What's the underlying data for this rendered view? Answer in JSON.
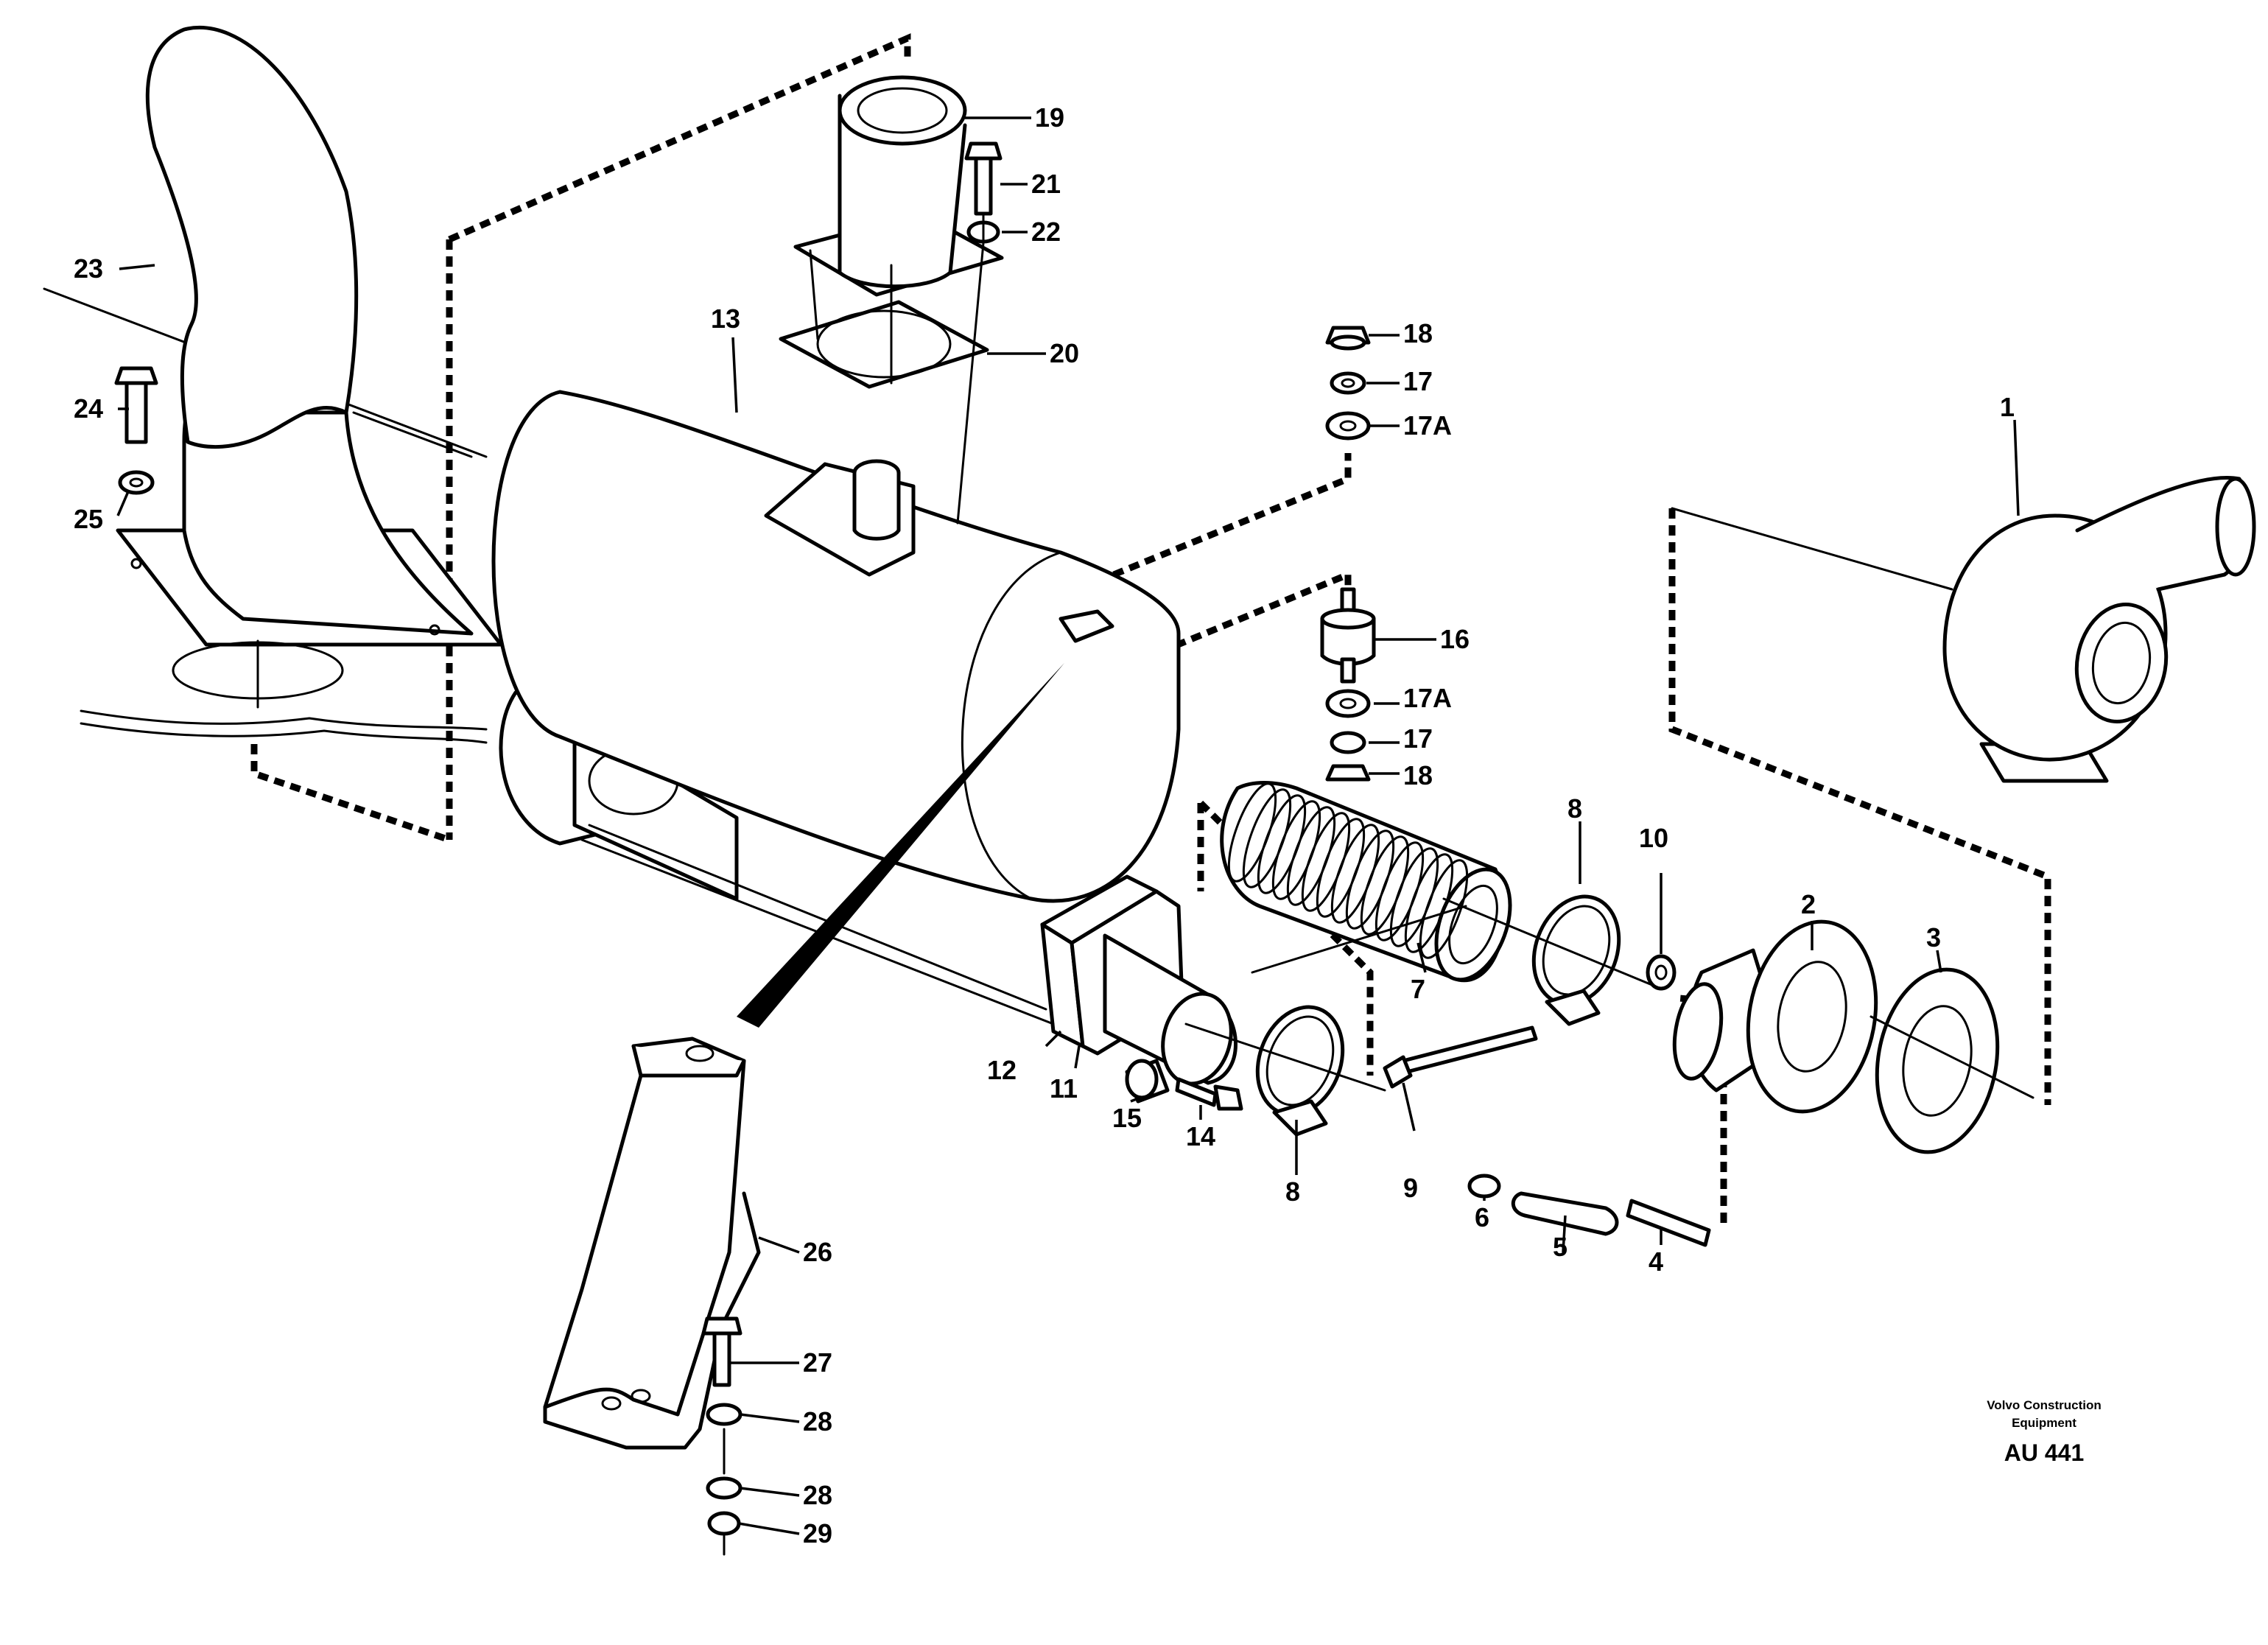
{
  "diagram": {
    "callouts": {
      "c1": "1",
      "c2": "2",
      "c3": "3",
      "c4": "4",
      "c5": "5",
      "c6": "6",
      "c7": "7",
      "c8a": "8",
      "c8b": "8",
      "c9": "9",
      "c10": "10",
      "c11": "11",
      "c12": "12",
      "c13": "13",
      "c14": "14",
      "c15": "15",
      "c16": "16",
      "c17a": "17",
      "c17Aa": "17A",
      "c17Ab": "17A",
      "c17b": "17",
      "c18a": "18",
      "c18b": "18",
      "c19": "19",
      "c20": "20",
      "c21": "21",
      "c22": "22",
      "c23": "23",
      "c24": "24",
      "c25": "25",
      "c26": "26",
      "c27": "27",
      "c28a": "28",
      "c28b": "28",
      "c29": "29"
    },
    "footer": {
      "line1": "Volvo Construction",
      "line2": "Equipment",
      "code": "AU 441"
    }
  }
}
